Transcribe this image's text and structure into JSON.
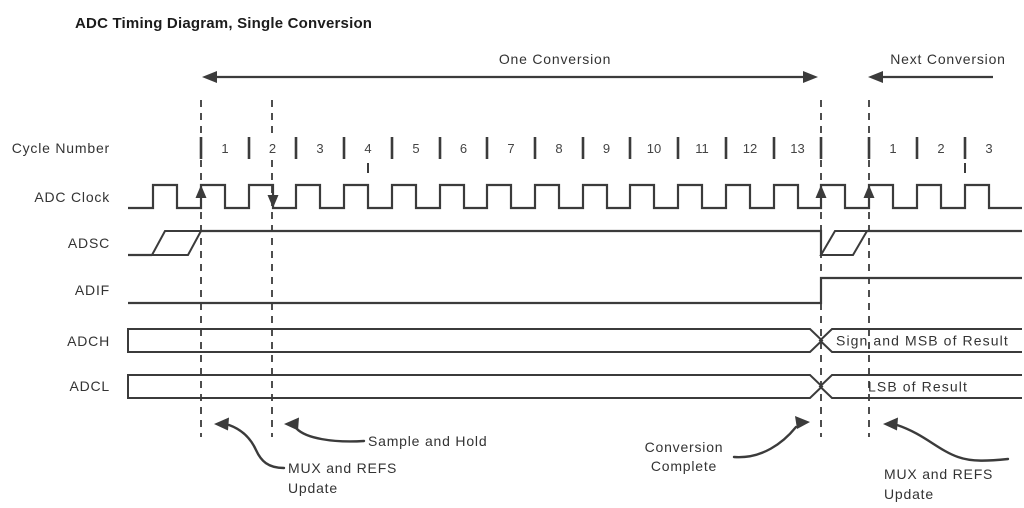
{
  "title": "ADC Timing Diagram, Single Conversion",
  "spans": {
    "one_conversion": "One Conversion",
    "next_conversion": "Next Conversion"
  },
  "row_labels": {
    "cycle_number": "Cycle Number",
    "adc_clock": "ADC Clock",
    "adsc": "ADSC",
    "adif": "ADIF",
    "adch": "ADCH",
    "adcl": "ADCL"
  },
  "cycle_numbers": [
    "1",
    "2",
    "3",
    "4",
    "5",
    "6",
    "7",
    "8",
    "9",
    "10",
    "11",
    "12",
    "13"
  ],
  "next_cycle_numbers": [
    "1",
    "2",
    "3"
  ],
  "bus_values": {
    "adch_result": "Sign and MSB of Result",
    "adcl_result": "LSB of Result"
  },
  "annotations": {
    "mux_refs_update_start": [
      "MUX and REFS",
      "Update"
    ],
    "sample_and_hold": "Sample and Hold",
    "conversion_complete": [
      "Conversion",
      "Complete"
    ],
    "mux_refs_update_next": [
      "MUX and REFS",
      "Update"
    ]
  },
  "signals": {
    "adsc_behavior": "set before cycle 1, cleared at conversion complete, set again before next conversion",
    "adif_behavior": "set at conversion complete",
    "adch_value_after": "Sign and MSB of Result",
    "adcl_value_after": "LSB of Result"
  },
  "colors": {
    "line": "#3b3b3b",
    "text": "#333333",
    "background": "#ffffff"
  }
}
